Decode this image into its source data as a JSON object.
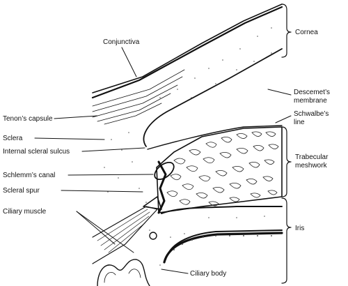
{
  "labels": {
    "conjunctiva": "Conjunctiva",
    "cornea": "Cornea",
    "tenons_capsule": "Tenon’s capsule",
    "sclera": "Sclera",
    "internal_scleral_sulcus": "Internal scleral sulcus",
    "schlemms_canal": "Schlemm’s canal",
    "scleral_spur": "Scleral spur",
    "ciliary_muscle": "Ciliary muscle",
    "ciliary_body": "Ciliary body",
    "descemets_membrane_line1": "Descemet’s",
    "descemets_membrane_line2": "membrane",
    "schwalbes_line_line1": "Schwalbe’s",
    "schwalbes_line_line2": "line",
    "trabecular_meshwork_line1": "Trabecular",
    "trabecular_meshwork_line2": "meshwork",
    "iris": "Iris"
  },
  "colors": {
    "ink": "#111111",
    "background": "#ffffff"
  }
}
